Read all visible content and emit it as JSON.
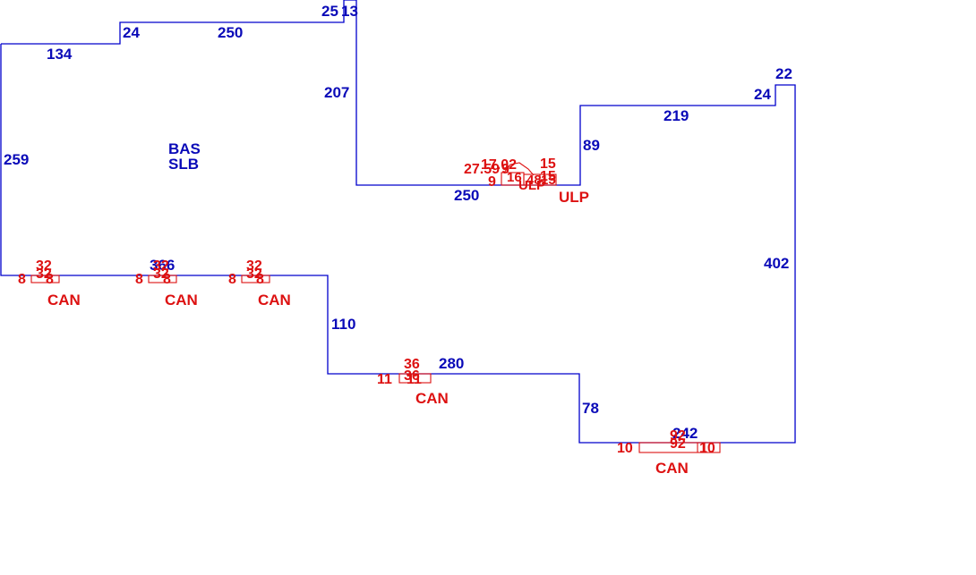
{
  "colors": {
    "outline": "#0000cc",
    "fixture": "#dd1111"
  },
  "room": {
    "label_line1": "BAS",
    "label_line2": "SLB"
  },
  "dimensions": {
    "d134": "134",
    "d24a": "24",
    "d250a": "250",
    "d25": "25",
    "d13": "13",
    "d207": "207",
    "d259": "259",
    "d250b": "250",
    "d89": "89",
    "d219": "219",
    "d24b": "24",
    "d22": "22",
    "d402": "402",
    "d366": "366",
    "d110": "110",
    "d280": "280",
    "d78": "78",
    "d242": "242"
  },
  "fixtures": {
    "can1": {
      "label": "CAN",
      "top": "32",
      "mid": "32",
      "left": "8",
      "right": "8"
    },
    "can2": {
      "label": "CAN",
      "top": "32",
      "mid": "32",
      "left": "8",
      "right": "8"
    },
    "can3": {
      "label": "CAN",
      "top": "32",
      "mid": "32",
      "left": "8",
      "right": "8"
    },
    "can4": {
      "label": "CAN",
      "top": "36",
      "mid": "36",
      "left": "11",
      "right": "11"
    },
    "can5": {
      "label": "CAN",
      "top": "92",
      "mid": "92",
      "left": "10",
      "right": "10"
    },
    "ulp": {
      "label": "ULP",
      "label_overlap": "ULP",
      "n27": "27.59",
      "n17": "17.02",
      "n9a": "9",
      "n9b": "9",
      "n15a": "15",
      "n15b": "15",
      "n16": "16",
      "n48": "48",
      "n15c": "15"
    }
  }
}
